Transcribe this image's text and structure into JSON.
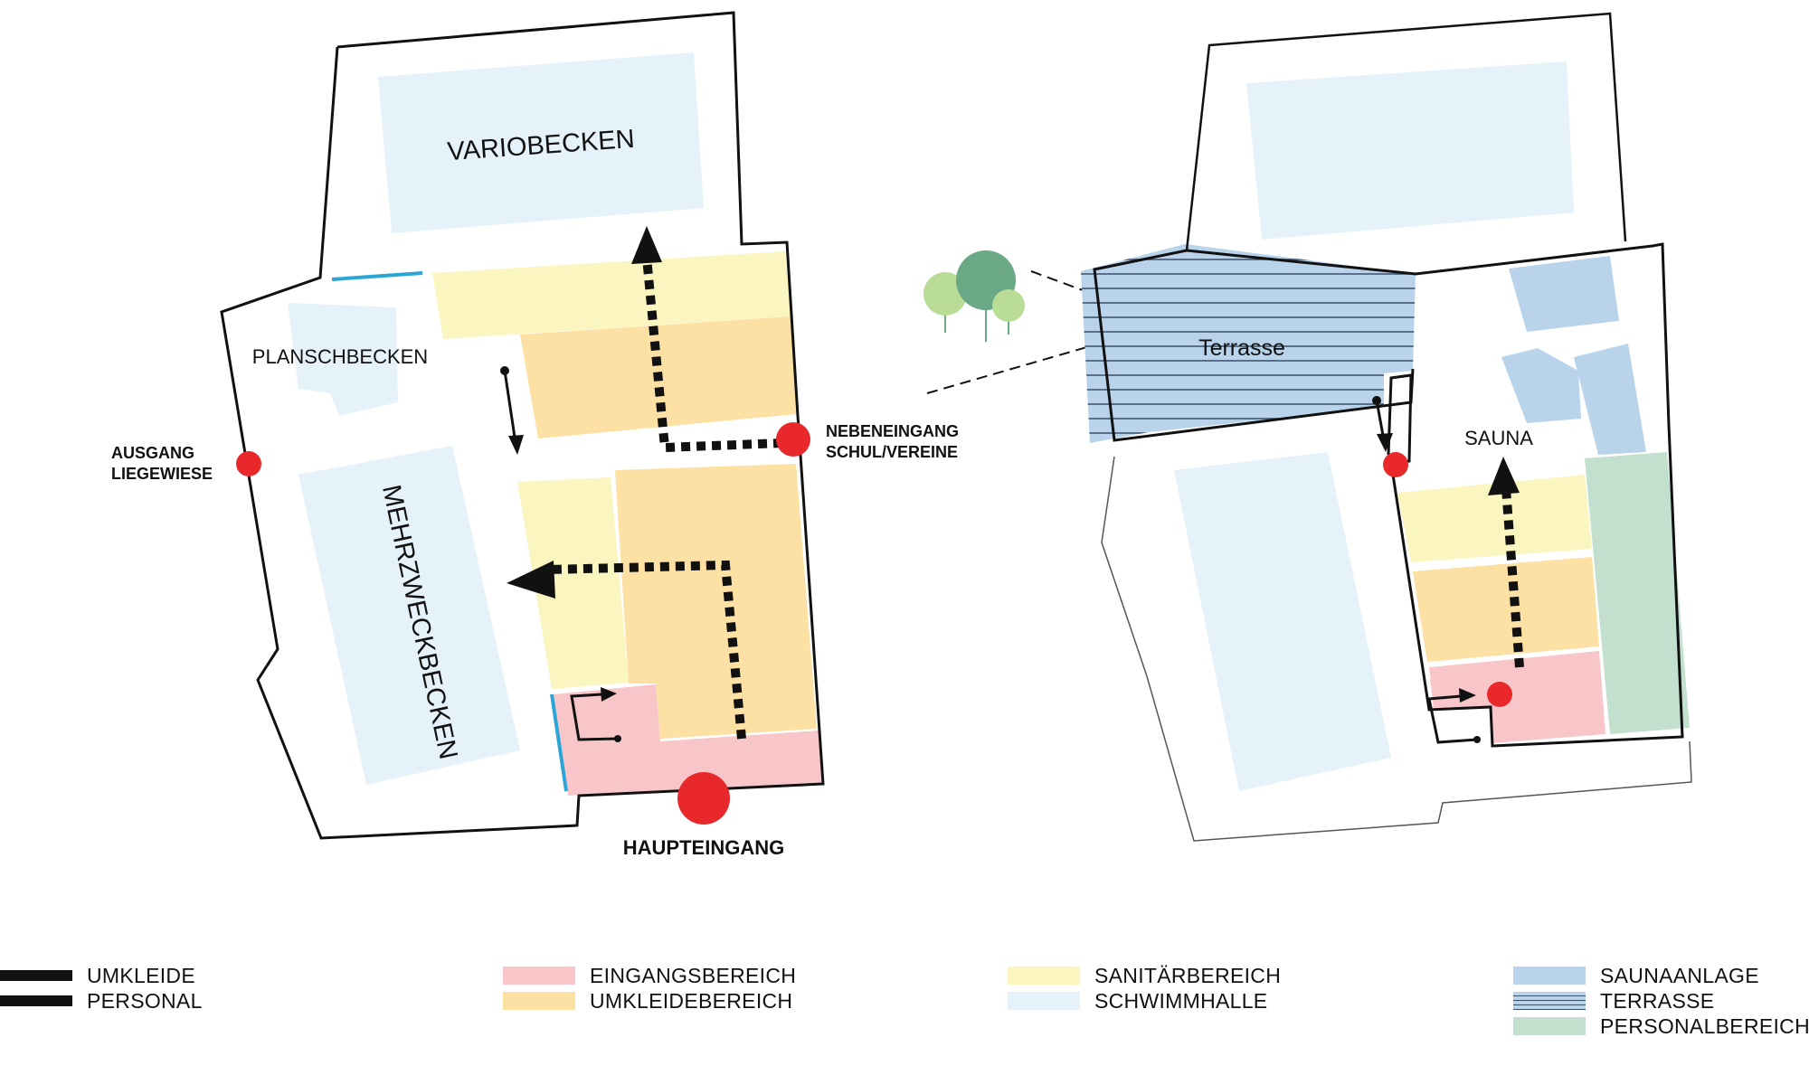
{
  "plan_left": {
    "labels": {
      "variobecken": "VARIOBECKEN",
      "planschbecken": "PLANSCHBECKEN",
      "mehrzweckbecken": "MEHRZWECKBECKEN",
      "ausgang_line1": "AUSGANG",
      "ausgang_line2": "LIEGEWIESE",
      "nebeneingang_line1": "NEBENEINGANG",
      "nebeneingang_line2": "SCHUL/VEREINE",
      "haupteingang": "HAUPTEINGANG"
    }
  },
  "plan_right": {
    "labels": {
      "terrasse": "Terrasse",
      "sauna": "SAUNA"
    }
  },
  "legend": [
    {
      "id": "umkleide",
      "label": "UMKLEIDE",
      "swatch": "line-thick"
    },
    {
      "id": "personal",
      "label": "PERSONAL",
      "swatch": "line-thick"
    },
    {
      "id": "eingangsbereich",
      "label": "EINGANGSBEREICH",
      "color": "#f8c5c8"
    },
    {
      "id": "umkleidebereich",
      "label": "UMKLEIDEBEREICH",
      "color": "#fde0a3"
    },
    {
      "id": "sanitaerbereich",
      "label": "SANITÄRBEREICH",
      "color": "#fbf6c0"
    },
    {
      "id": "schwimmhalle",
      "label": "SCHWIMMHALLE",
      "color": "#e6f2fa"
    },
    {
      "id": "saunaanlage",
      "label": "SAUNAANLAGE",
      "color": "#b9d4ea"
    },
    {
      "id": "terrasse",
      "label": "TERRASSE",
      "color": "#b9d4ea",
      "swatch": "striped"
    },
    {
      "id": "personalbereich",
      "label": "PERSONALBEREICH",
      "color": "#c3dfcd"
    }
  ],
  "colors": {
    "entrance_dot": "#e8282b",
    "outline": "#111111",
    "blue_edge": "#2aa6d6",
    "tree_dark": "#6ba885",
    "tree_light": "#b9dc97"
  }
}
